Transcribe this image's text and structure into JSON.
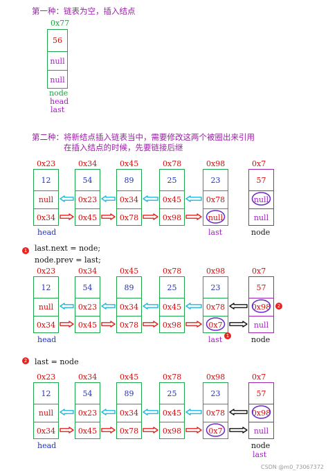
{
  "case1": {
    "title": "第一种：链表为空，插入结点",
    "addr": "0x77",
    "values": [
      "56",
      "null",
      "null"
    ],
    "labels": [
      "node",
      "head",
      "last"
    ]
  },
  "case2": {
    "title_line1": "第二种：将新结点插入链表当中，需要修改这两个被圈出来引用",
    "title_line2": "在插入结点的时候，先要链接后继"
  },
  "diagram1": {
    "addrs": [
      "0x23",
      "0x34",
      "0x45",
      "0x78",
      "0x98",
      "0x7"
    ],
    "nodes": [
      {
        "val": "12",
        "prev": "null",
        "next": "0x34"
      },
      {
        "val": "54",
        "prev": "0x23",
        "next": "0x45"
      },
      {
        "val": "89",
        "prev": "0x34",
        "next": "0x78"
      },
      {
        "val": "25",
        "prev": "0x45",
        "next": "0x98"
      },
      {
        "val": "23",
        "prev": "0x78",
        "next": "null"
      },
      {
        "val": "57",
        "prev": "null",
        "next": "null"
      }
    ],
    "labels": {
      "head": "head",
      "last": "last",
      "node": "node"
    }
  },
  "step1": {
    "badge": "1",
    "line1": "last.next = node;",
    "line2": "node.prev = last;"
  },
  "diagram2": {
    "addrs": [
      "0x23",
      "0x34",
      "0x45",
      "0x78",
      "0x98",
      "0x7"
    ],
    "nodes": [
      {
        "val": "12",
        "prev": "null",
        "next": "0x34"
      },
      {
        "val": "54",
        "prev": "0x23",
        "next": "0x45"
      },
      {
        "val": "89",
        "prev": "0x34",
        "next": "0x78"
      },
      {
        "val": "25",
        "prev": "0x45",
        "next": "0x98"
      },
      {
        "val": "23",
        "prev": "0x78",
        "next": "0x7"
      },
      {
        "val": "57",
        "prev": "0x98",
        "next": "null"
      }
    ],
    "labels": {
      "head": "head",
      "last": "last",
      "node": "node"
    },
    "badges": [
      "2",
      "1"
    ]
  },
  "step2": {
    "badge": "2",
    "line": "last = node"
  },
  "diagram3": {
    "addrs": [
      "0x23",
      "0x34",
      "0x45",
      "0x78",
      "0x98",
      "0x7"
    ],
    "nodes": [
      {
        "val": "12",
        "prev": "null",
        "next": "0x34"
      },
      {
        "val": "54",
        "prev": "0x23",
        "next": "0x45"
      },
      {
        "val": "89",
        "prev": "0x34",
        "next": "0x78"
      },
      {
        "val": "25",
        "prev": "0x45",
        "next": "0x98"
      },
      {
        "val": "23",
        "prev": "0x78",
        "next": "0x7"
      },
      {
        "val": "57",
        "prev": "0x98",
        "next": "null"
      }
    ],
    "labels": {
      "head": "head",
      "node": "node",
      "last": "last"
    }
  },
  "colors": {
    "node_border": "#1fa64a",
    "new_node_border": "#a023b4",
    "prev_arrow": "#1ab8e0",
    "next_arrow": "#e0201c",
    "link_arrow": "#111111",
    "circle": "#6a28c8"
  },
  "watermark": "CSDN @m0_73067372"
}
